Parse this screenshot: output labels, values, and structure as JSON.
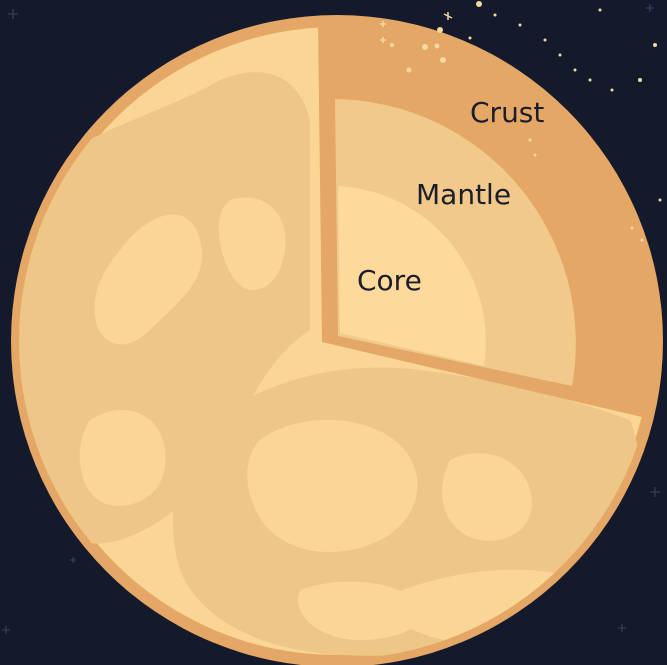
{
  "diagram": {
    "labels": {
      "crust": "Crust",
      "mantle": "Mantle",
      "core": "Core"
    },
    "colors": {
      "background": "#141a2c",
      "planet_rim": "#e4a765",
      "planet_surface": "#fbd595",
      "surface_blotch": "#eec788",
      "crust": "#e4a765",
      "mantle": "#f0c98b",
      "core": "#fdd99b",
      "label_text": "#1b1d2b",
      "stars": "#f2d9a0"
    }
  }
}
